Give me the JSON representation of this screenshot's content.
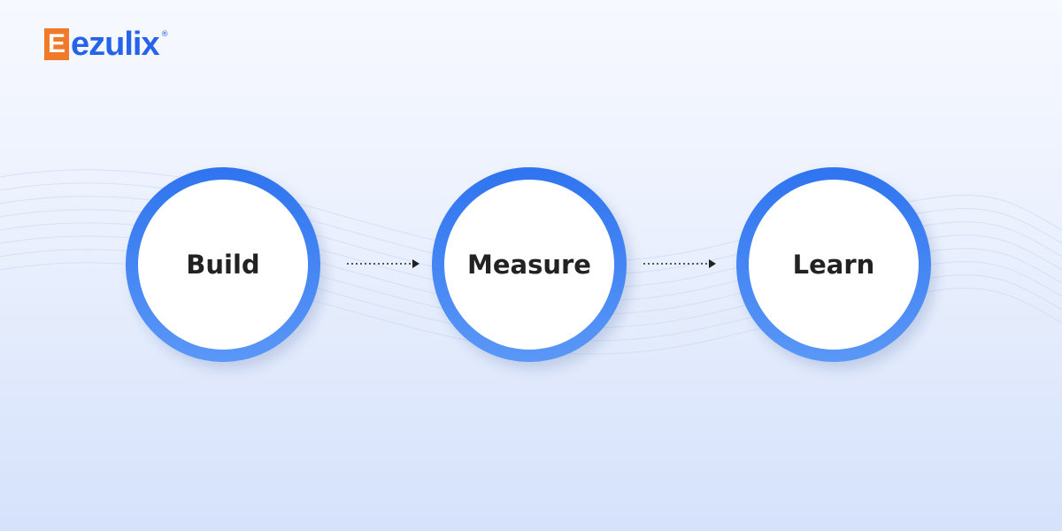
{
  "logo": {
    "text": "ezulix",
    "letter": "E",
    "registered": "®",
    "colors": {
      "orange": "#f07a2a",
      "blue": "#2563eb"
    }
  },
  "diagram": {
    "nodes": [
      {
        "label": "Build"
      },
      {
        "label": "Measure"
      },
      {
        "label": "Learn"
      }
    ],
    "edges": [
      {
        "from": "Build",
        "to": "Measure",
        "style": "dotted-arrow"
      },
      {
        "from": "Measure",
        "to": "Learn",
        "style": "dotted-arrow"
      }
    ],
    "ring_color": "#2f74f0"
  }
}
